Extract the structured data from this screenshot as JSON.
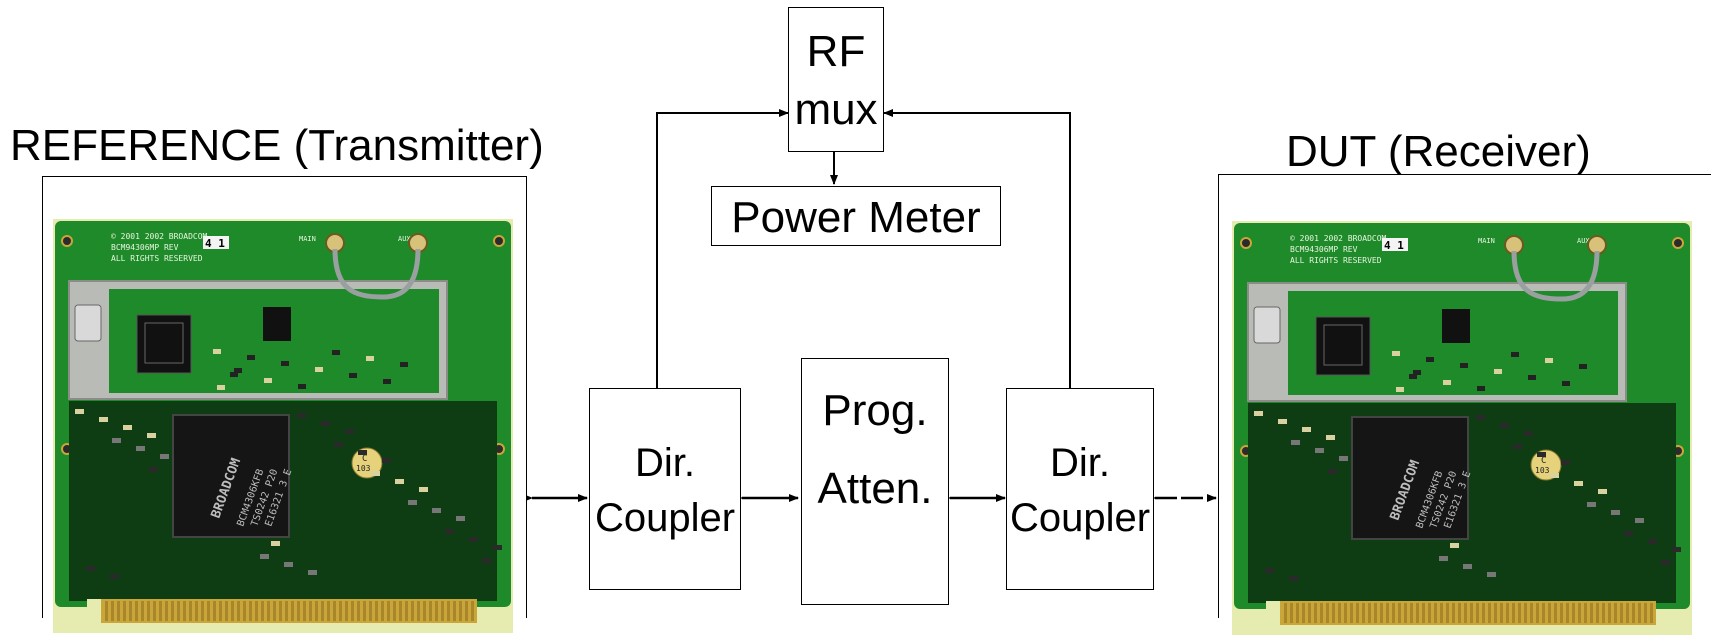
{
  "labels": {
    "reference": "REFERENCE (Transmitter)",
    "dut": "DUT (Receiver)"
  },
  "blocks": {
    "rf_mux": [
      "RF",
      "mux"
    ],
    "power_meter": "Power Meter",
    "dir_coupler_left": [
      "Dir.",
      "Coupler"
    ],
    "prog_atten": [
      "Prog.",
      "Atten."
    ],
    "dir_coupler_right": [
      "Dir.",
      "Coupler"
    ]
  },
  "board": {
    "silkscreen_lines": [
      "© 2001  2002 BROADCOM",
      "BCM94306MP REV",
      "ALL RIGHTS RESERVED"
    ],
    "rev": "4 1",
    "main_label": "MAIN",
    "aux_label": "AUX",
    "chip_brand": "BROADCOM",
    "chip_lines": [
      "BCM4306KFB",
      "TS0242 P20",
      "E16321 3  E"
    ],
    "cap_lines": [
      "C",
      "103"
    ]
  },
  "colors": {
    "pcb_green": "#1f8a2a",
    "pcb_dark": "#0e3d14",
    "shield_silver": "#b9bcb6",
    "gold": "#c9a53a",
    "board_bg": "#e6ebb0"
  }
}
